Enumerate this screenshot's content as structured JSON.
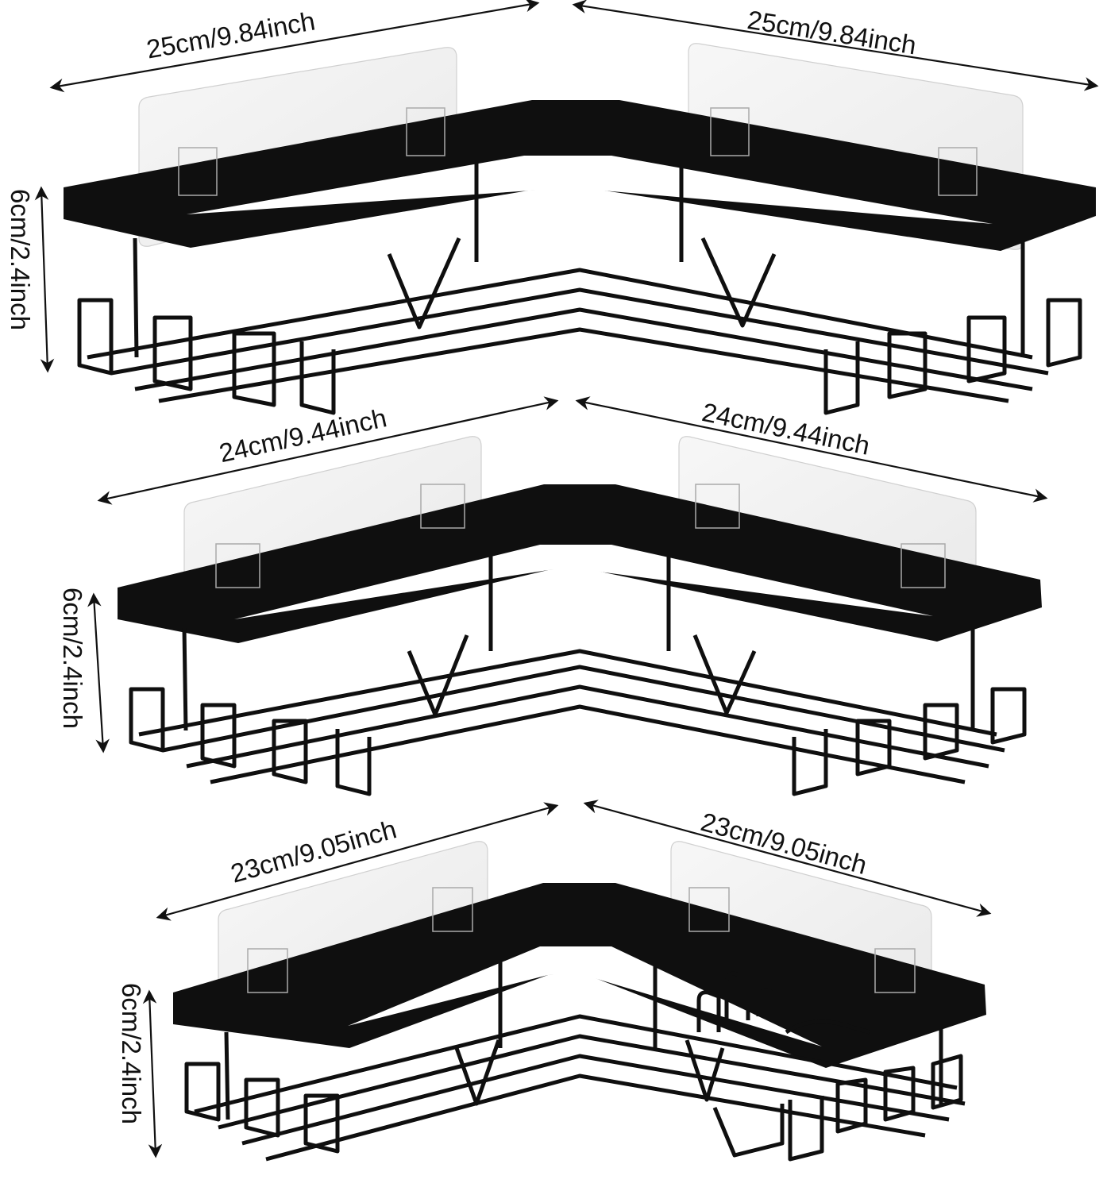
{
  "diagram": {
    "subject": "Corner shower caddy set (3 tiers) with adhesive wall plates",
    "colors": {
      "metal": "#0d0d0d",
      "plate": "#f1f1f1",
      "plate_edge": "#d9d9d9",
      "arrow": "#111111",
      "background": "#ffffff"
    },
    "shelves": [
      {
        "name": "top",
        "width_left": "25cm/9.84inch",
        "width_right": "25cm/9.84inch",
        "height": "6cm/2.4inch"
      },
      {
        "name": "middle",
        "width_left": "24cm/9.44inch",
        "width_right": "24cm/9.44inch",
        "height": "6cm/2.4inch"
      },
      {
        "name": "bottom",
        "width_left": "23cm/9.05inch",
        "width_right": "23cm/9.05inch",
        "height": "6cm/2.4inch"
      }
    ]
  }
}
